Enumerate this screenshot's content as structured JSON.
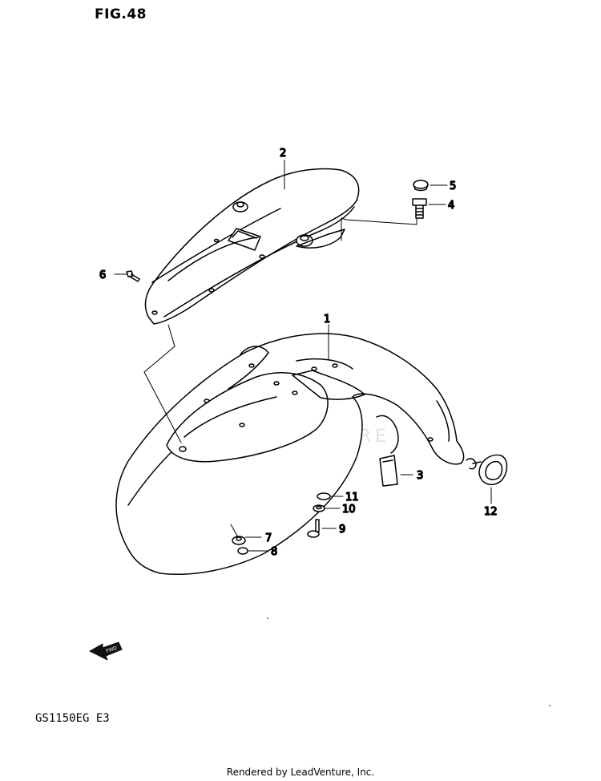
{
  "figure": {
    "title": "FIG.48"
  },
  "model": "GS1150EG E3",
  "footer": "Rendered by LeadVenture, Inc.",
  "watermark": "LEADVENTURE",
  "fwd_label": "FWD",
  "callouts": [
    {
      "id": "1",
      "label": "1"
    },
    {
      "id": "2",
      "label": "2"
    },
    {
      "id": "3",
      "label": "3"
    },
    {
      "id": "4",
      "label": "4"
    },
    {
      "id": "5",
      "label": "5"
    },
    {
      "id": "6",
      "label": "6"
    },
    {
      "id": "7",
      "label": "7"
    },
    {
      "id": "8",
      "label": "8"
    },
    {
      "id": "9",
      "label": "9"
    },
    {
      "id": "10",
      "label": "10"
    },
    {
      "id": "11",
      "label": "11"
    },
    {
      "id": "12",
      "label": "12"
    }
  ]
}
